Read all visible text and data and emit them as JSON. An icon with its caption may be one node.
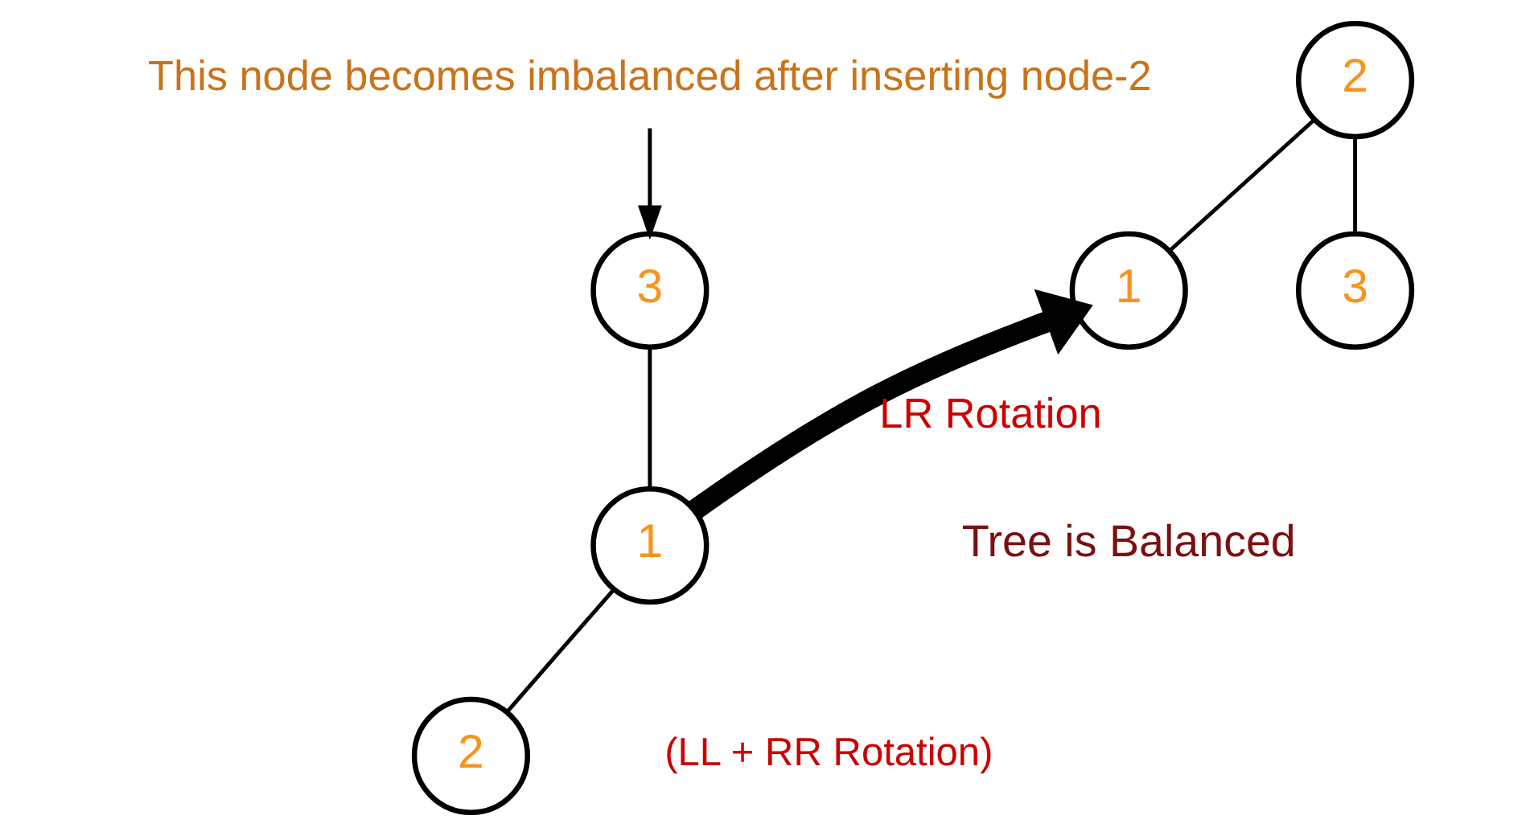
{
  "diagram": {
    "nodes": [
      {
        "text": [
          "This node becomes imbalanced after inserting node-2"
        ]
      },
      {
        "text": [
          "3"
        ]
      },
      {
        "text": [
          "1"
        ]
      },
      {
        "text": [
          "2"
        ]
      },
      {
        "text": [
          "2"
        ]
      },
      {
        "text": [
          "1"
        ]
      },
      {
        "text": [
          "3"
        ]
      }
    ],
    "edges": [
      {
        "from": 0,
        "to": 1,
        "arrow": "to"
      },
      {
        "from": 1,
        "to": 2,
        "arrow": "none"
      },
      {
        "from": 2,
        "to": 3,
        "arrow": "none"
      },
      {
        "from": 2,
        "to": 5,
        "arrow": "to",
        "style": "thick",
        "label": "LR Rotation"
      },
      {
        "from": 4,
        "to": 5,
        "arrow": "none"
      },
      {
        "from": 4,
        "to": 6,
        "arrow": "none"
      }
    ],
    "labels": [
      "(LL + RR Rotation)",
      "Tree is Balanced"
    ]
  }
}
